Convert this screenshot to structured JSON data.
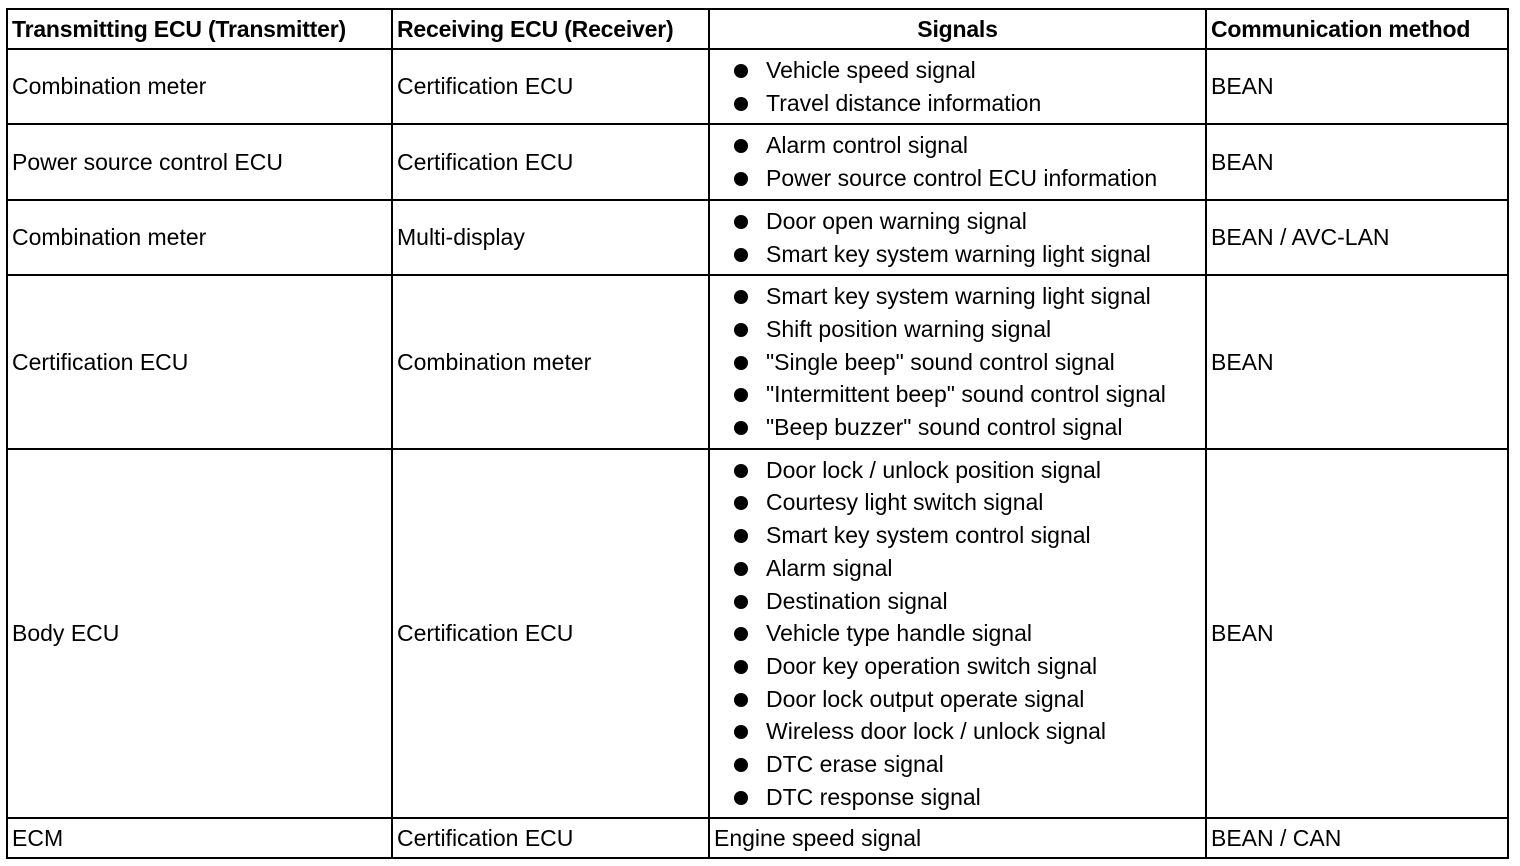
{
  "headers": {
    "transmitter": "Transmitting ECU (Transmitter)",
    "receiver": "Receiving ECU (Receiver)",
    "signals": "Signals",
    "method": "Communication method"
  },
  "rows": [
    {
      "transmitter": "Combination meter",
      "receiver": "Certification ECU",
      "signals": [
        "Vehicle speed signal",
        "Travel distance information"
      ],
      "method": "BEAN"
    },
    {
      "transmitter": "Power source control ECU",
      "receiver": "Certification ECU",
      "signals": [
        "Alarm control signal",
        "Power source control ECU information"
      ],
      "method": "BEAN"
    },
    {
      "transmitter": "Combination meter",
      "receiver": "Multi-display",
      "signals": [
        "Door open warning signal",
        "Smart key system warning light signal"
      ],
      "method": "BEAN / AVC-LAN"
    },
    {
      "transmitter": "Certification ECU",
      "receiver": "Combination meter",
      "signals": [
        "Smart key system warning light signal",
        "Shift position warning signal",
        "\"Single beep\" sound control signal",
        "\"Intermittent beep\" sound control signal",
        "\"Beep buzzer\" sound control signal"
      ],
      "method": "BEAN"
    },
    {
      "transmitter": "Body ECU",
      "receiver": "Certification ECU",
      "signals": [
        "Door lock / unlock position signal",
        "Courtesy light switch signal",
        "Smart key system control signal",
        "Alarm signal",
        "Destination signal",
        "Vehicle type handle signal",
        "Door key operation switch signal",
        "Door lock output operate signal",
        "Wireless door lock / unlock signal",
        "DTC erase signal",
        "DTC response signal"
      ],
      "method": "BEAN"
    },
    {
      "transmitter": "ECM",
      "receiver": "Certification ECU",
      "signal_text": "Engine speed signal",
      "method": "BEAN / CAN"
    }
  ]
}
